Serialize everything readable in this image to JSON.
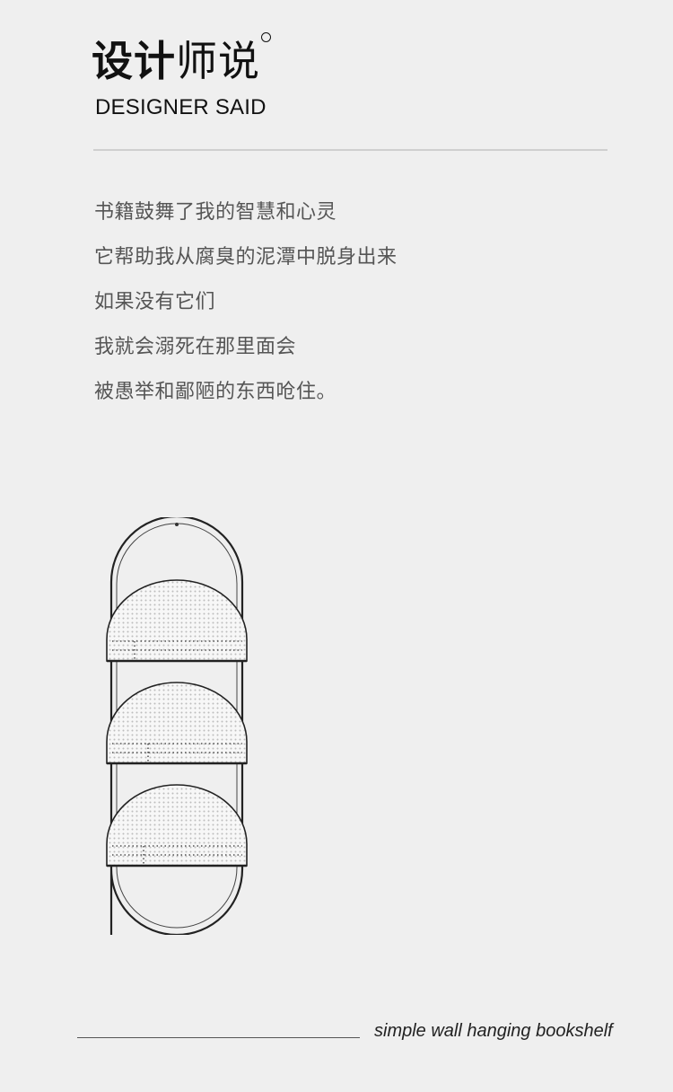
{
  "header": {
    "title_bold": "设计",
    "title_light": "师说",
    "subtitle": "DESIGNER SAID"
  },
  "paragraph": {
    "lines": [
      "书籍鼓舞了我的智慧和心灵",
      "它帮助我从腐臭的泥潭中脱身出来",
      "如果没有它们",
      "我就会溺死在那里面会",
      "被愚举和鄙陋的东西呛住。"
    ]
  },
  "illustration": {
    "icon": "wall-hanging-bookshelf-sketch"
  },
  "footer": {
    "caption": "simple wall hanging bookshelf"
  }
}
